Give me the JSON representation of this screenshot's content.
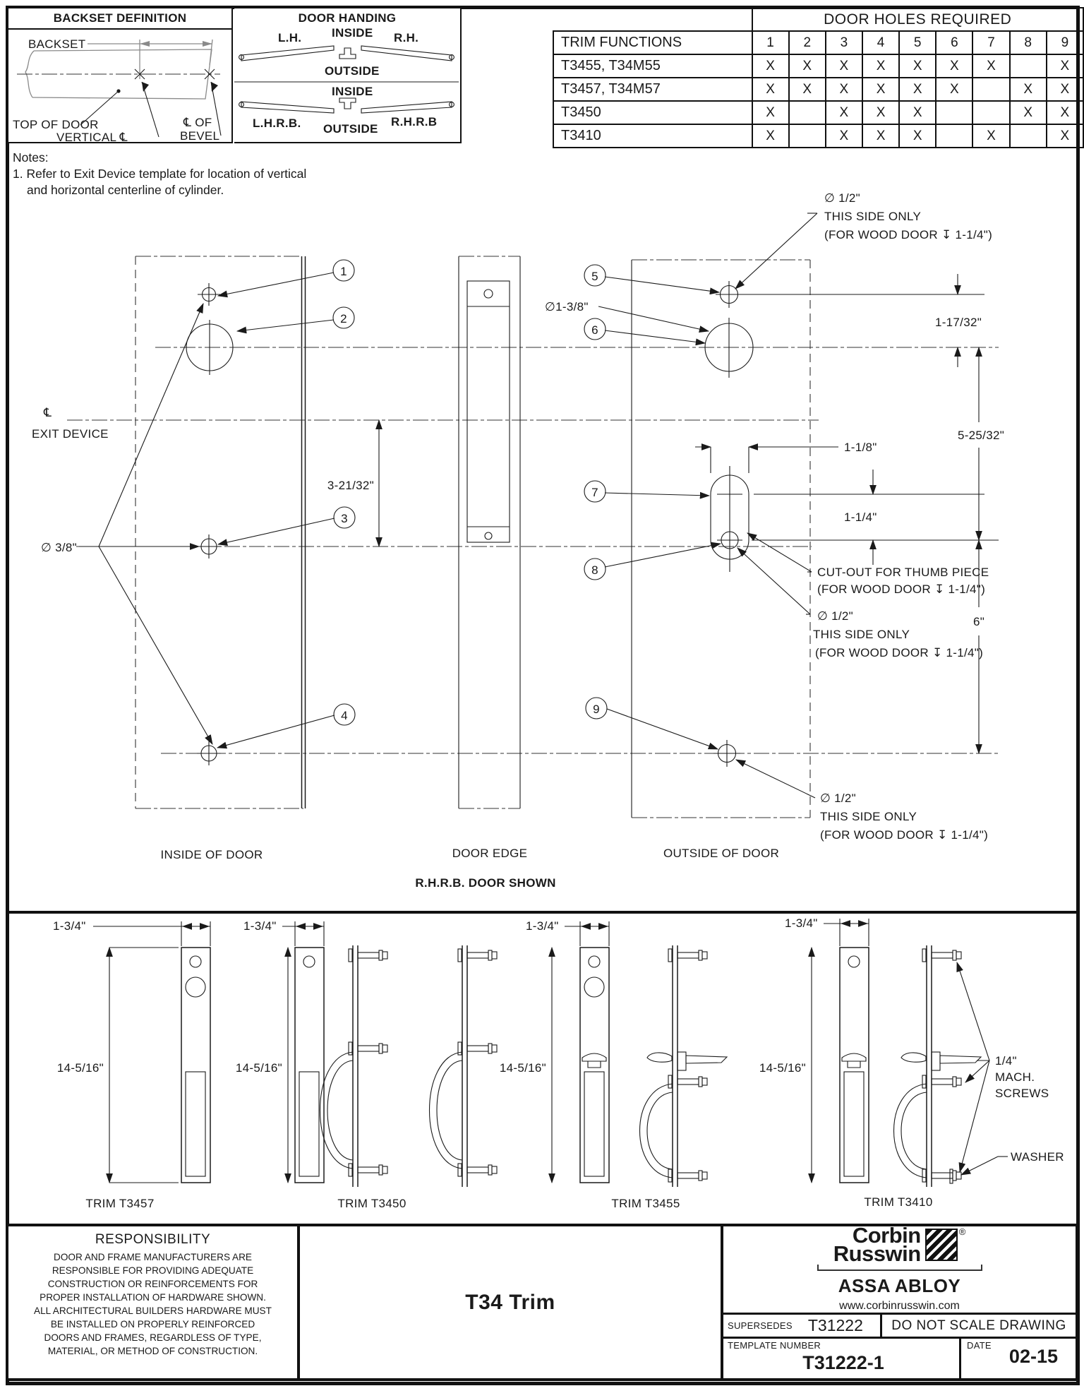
{
  "backset_box": {
    "title": "BACKSET DEFINITION",
    "backset": "BACKSET",
    "top_of_door": "TOP OF DOOR",
    "vertical_cl": "VERTICAL ℄",
    "cl_of": "℄ OF",
    "bevel": "BEVEL"
  },
  "handing_box": {
    "title": "DOOR HANDING",
    "inside_top": "INSIDE",
    "lh": "L.H.",
    "rh": "R.H.",
    "outside_top": "OUTSIDE",
    "inside_bottom": "INSIDE",
    "lhrb": "L.H.R.B.",
    "outside_bottom": "OUTSIDE",
    "rhrb": "R.H.R.B"
  },
  "holes_table": {
    "title": "DOOR HOLES REQUIRED",
    "func_header": "TRIM FUNCTIONS",
    "cols": [
      "1",
      "2",
      "3",
      "4",
      "5",
      "6",
      "7",
      "8",
      "9"
    ],
    "rows": [
      {
        "name": "T3455, T34M55",
        "holes": [
          "X",
          "X",
          "X",
          "X",
          "X",
          "X",
          "X",
          "",
          "X"
        ]
      },
      {
        "name": "T3457, T34M57",
        "holes": [
          "X",
          "X",
          "X",
          "X",
          "X",
          "X",
          "",
          "X",
          "X"
        ]
      },
      {
        "name": "T3450",
        "holes": [
          "X",
          "",
          "X",
          "X",
          "X",
          "",
          "",
          "X",
          "X"
        ]
      },
      {
        "name": "T3410",
        "holes": [
          "X",
          "",
          "X",
          "X",
          "X",
          "",
          "X",
          "",
          "X"
        ]
      }
    ]
  },
  "notes": {
    "heading": "Notes:",
    "line1": "1. Refer to Exit Device template for location of vertical",
    "line2": "and horizontal centerline of cylinder."
  },
  "main": {
    "callouts": [
      "1",
      "2",
      "3",
      "4",
      "5",
      "6",
      "7",
      "8",
      "9"
    ],
    "labels": {
      "cl": "℄",
      "exit_device": "EXIT DEVICE",
      "dia38": "∅ 3/8\"",
      "dim32132": "3-21/32\"",
      "dia138": "∅1-3/8\"",
      "dim11732": "1-17/32\"",
      "dim52532": "5-25/32\"",
      "dim118": "1-1/8\"",
      "dim114": "1-1/4\"",
      "dim6": "6\"",
      "ann_top_1": "∅ 1/2\"",
      "ann_top_2": "THIS SIDE ONLY",
      "ann_top_3": "(FOR WOOD DOOR ↧ 1-1/4\")",
      "cutout_1": "CUT-OUT FOR THUMB PIECE",
      "cutout_2": "(FOR WOOD DOOR ↧  1-1/4\")",
      "ann_mid_1": "∅ 1/2\"",
      "ann_mid_2": "THIS SIDE ONLY",
      "ann_mid_3": "(FOR WOOD DOOR ↧ 1-1/4\")",
      "ann_bot_1": "∅ 1/2\"",
      "ann_bot_2": "THIS SIDE ONLY",
      "ann_bot_3": "(FOR WOOD DOOR ↧ 1-1/4\")",
      "inside_of_door": "INSIDE OF DOOR",
      "door_edge": "DOOR EDGE",
      "outside_of_door": "OUTSIDE OF DOOR",
      "caption": "R.H.R.B. DOOR SHOWN"
    }
  },
  "trims": {
    "dim_w": "1-3/4\"",
    "dim_h": "14-5/16\"",
    "t1": "TRIM T3457",
    "t2": "TRIM T3450",
    "t3": "TRIM T3455",
    "t4": "TRIM T3410",
    "screws_1": "1/4\"",
    "screws_2": "MACH.",
    "screws_3": "SCREWS",
    "washer": "WASHER"
  },
  "title_block": {
    "responsibility_title": "RESPONSIBILITY",
    "resp_1": "DOOR AND FRAME MANUFACTURERS ARE",
    "resp_2": "RESPONSIBLE FOR PROVIDING ADEQUATE",
    "resp_3": "CONSTRUCTION OR REINFORCEMENTS FOR",
    "resp_4": "PROPER INSTALLATION OF HARDWARE SHOWN.",
    "resp_5": "ALL ARCHITECTURAL BUILDERS HARDWARE MUST",
    "resp_6": "BE INSTALLED ON PROPERLY REINFORCED",
    "resp_7": "DOORS AND FRAMES, REGARDLESS OF TYPE,",
    "resp_8": "MATERIAL, OR METHOD OF CONSTRUCTION.",
    "product": "T34 Trim",
    "brand_1": "Corbin",
    "brand_2": "Russwin",
    "reg": "®",
    "assa": "ASSA ABLOY",
    "website": "www.corbinrusswin.com",
    "supersedes_label": "SUPERSEDES",
    "supersedes_value": "T31222",
    "no_scale": "DO NOT SCALE DRAWING",
    "template_label": "TEMPLATE NUMBER",
    "template_value": "T31222-1",
    "date_label": "DATE",
    "date_value": "02-15"
  }
}
